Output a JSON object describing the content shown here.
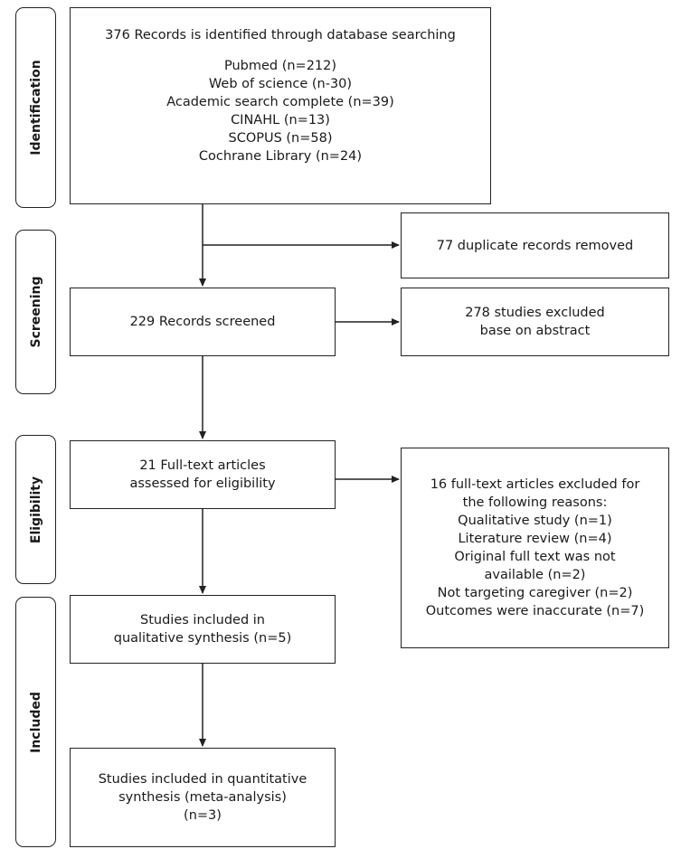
{
  "stages": [
    {
      "id": "identification",
      "label": "Identification"
    },
    {
      "id": "screening",
      "label": "Screening"
    },
    {
      "id": "eligibility",
      "label": "Eligibility"
    },
    {
      "id": "included",
      "label": "Included"
    }
  ],
  "boxes": {
    "identified": {
      "header": "376 Records is identified through database searching",
      "databases": [
        "Pubmed (n=212)",
        "Web of science (n-30)",
        "Academic search complete (n=39)",
        "CINAHL (n=13)",
        "SCOPUS (n=58)",
        "Cochrane Library (n=24)"
      ]
    },
    "duplicates": {
      "lines": [
        "77 duplicate records removed"
      ]
    },
    "screened": {
      "lines": [
        "229 Records screened"
      ]
    },
    "excluded_abstract": {
      "lines": [
        "278 studies excluded",
        "base on abstract"
      ]
    },
    "fulltext": {
      "lines": [
        "21 Full-text articles",
        "assessed for eligibility"
      ]
    },
    "excluded_fulltext": {
      "lines": [
        "16 full-text articles excluded for",
        "the following reasons:",
        "Qualitative study (n=1)",
        "Literature review (n=4)",
        "Original full text was not",
        "available (n=2)",
        "Not targeting caregiver (n=2)",
        "Outcomes were inaccurate (n=7)"
      ]
    },
    "qualitative": {
      "lines": [
        "Studies included in",
        "qualitative synthesis (n=5)"
      ]
    },
    "quantitative": {
      "lines": [
        "Studies included in quantitative",
        "synthesis (meta-analysis)",
        "(n=3)"
      ]
    }
  }
}
